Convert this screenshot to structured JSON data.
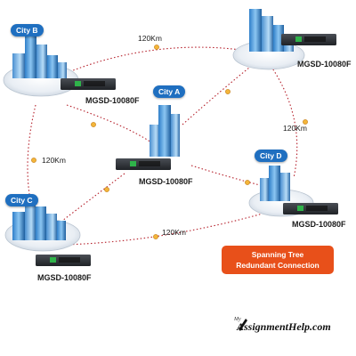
{
  "colors": {
    "link": "#b51f2a",
    "city_tag": "#1f6fc0",
    "legend_bg": "#e8501a",
    "switch_body": "#2c2f33",
    "port_green": "#2fb34a"
  },
  "cities": {
    "a": {
      "name": "City A",
      "switch": "MGSD-10080F"
    },
    "b": {
      "name": "City B",
      "switch": "MGSD-10080F"
    },
    "c": {
      "name": "City C",
      "switch": "MGSD-10080F"
    },
    "d": {
      "name": "City D",
      "switch": "MGSD-10080F"
    },
    "e": {
      "name": "",
      "switch": "MGSD-10080F"
    }
  },
  "distances": {
    "top": "120Km",
    "left": "120Km",
    "right": "120Km",
    "bottom": "120Km"
  },
  "legend": {
    "line1": "Spanning Tree",
    "line2": "Redundant Connection"
  },
  "brand": {
    "prefix": "My",
    "name": "AssignmentHelp.com"
  },
  "icons": {
    "building": "skyscraper-cluster-icon",
    "switch": "network-switch-icon",
    "node": "link-node-icon"
  }
}
